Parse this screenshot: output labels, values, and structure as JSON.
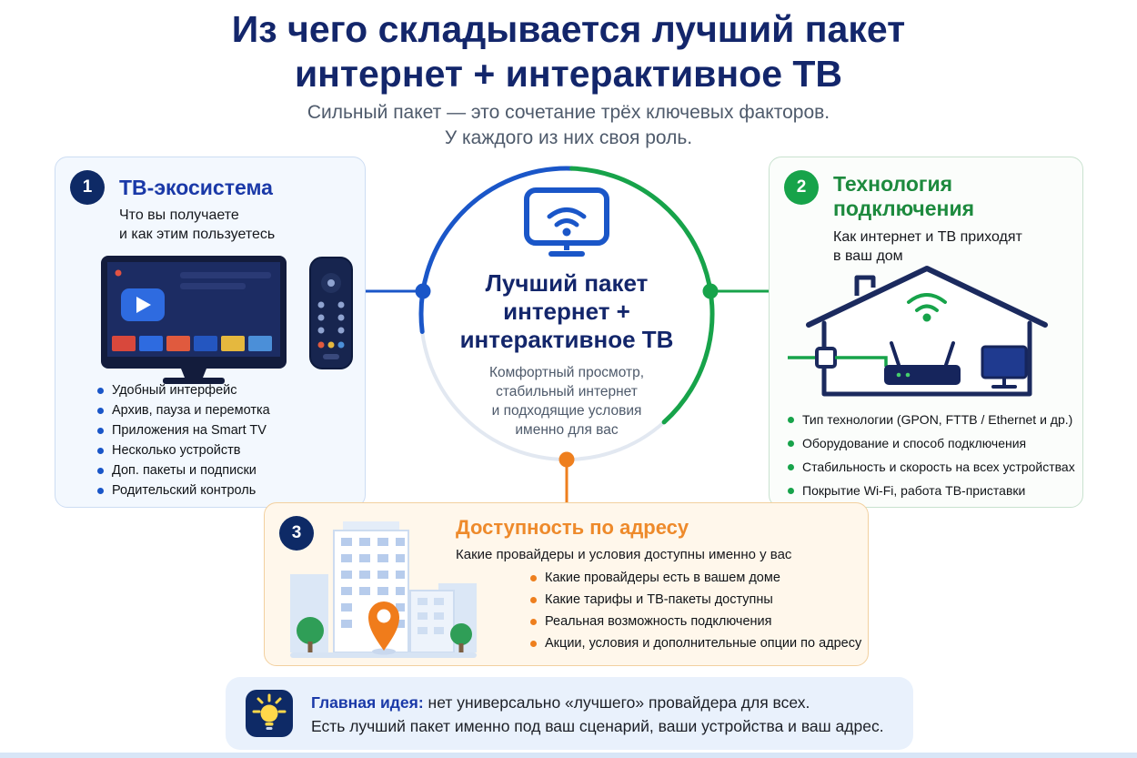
{
  "page": {
    "title_line1": "Из чего складывается лучший пакет",
    "title_line2": "интернет + интерактивное ТВ",
    "subtitle_line1": "Сильный пакет — это сочетание трёх ключевых факторов.",
    "subtitle_line2": "У каждого из них своя роль."
  },
  "colors": {
    "navy": "#0e2a66",
    "title_navy": "#13266b",
    "blue": "#1a56c8",
    "card_blue_title": "#1a39a8",
    "green": "#17a34a",
    "green_title": "#1d8a3e",
    "orange": "#ee7f1e",
    "orange_title": "#ee8a2b",
    "card_tv_bg": "#f3f8fe",
    "card_tech_bg": "#fbfdfb",
    "card_address_bg": "#fff7eb",
    "footer_bg": "#e9f1fc",
    "muted_text": "#4e5a6b"
  },
  "cards": {
    "tv": {
      "number": "1",
      "title": "ТВ-экосистема",
      "subtitle_line1": "Что вы получаете",
      "subtitle_line2": "и как этим пользуетесь",
      "bullets": [
        "Удобный интерфейс",
        "Архив, пауза и перемотка",
        "Приложения на Smart TV",
        "Несколько устройств",
        "Доп. пакеты и подписки",
        "Родительский контроль"
      ]
    },
    "tech": {
      "number": "2",
      "title_line1": "Технология",
      "title_line2": "подключения",
      "subtitle_line1": "Как интернет и ТВ приходят",
      "subtitle_line2": "в ваш дом",
      "bullets": [
        "Тип технологии (GPON, FTTB / Ethernet и др.)",
        "Оборудование и способ подключения",
        "Стабильность и скорость на всех устройствах",
        "Покрытие Wi-Fi, работа ТВ-приставки"
      ]
    },
    "address": {
      "number": "3",
      "title": "Доступность по адресу",
      "subtitle": "Какие провайдеры и условия доступны именно у вас",
      "bullets": [
        "Какие провайдеры есть в вашем доме",
        "Какие тарифы и ТВ-пакеты доступны",
        "Реальная возможность подключения",
        "Акции, условия и дополнительные опции по адресу"
      ]
    }
  },
  "center": {
    "title_line1": "Лучший пакет",
    "title_line2": "интернет +",
    "title_line3": "интерактивное ТВ",
    "desc_line1": "Комфортный просмотр,",
    "desc_line2": "стабильный интернет",
    "desc_line3": "и подходящие условия",
    "desc_line4": "именно для вас"
  },
  "footer": {
    "lead": "Главная идея:",
    "line1_rest": " нет универсально «лучшего» провайдера для всех.",
    "line2": "Есть лучший пакет именно под ваш сценарий, ваши устройства и ваш адрес."
  },
  "icons": {
    "center": "tv-wifi-icon",
    "footer": "lightbulb-icon"
  }
}
